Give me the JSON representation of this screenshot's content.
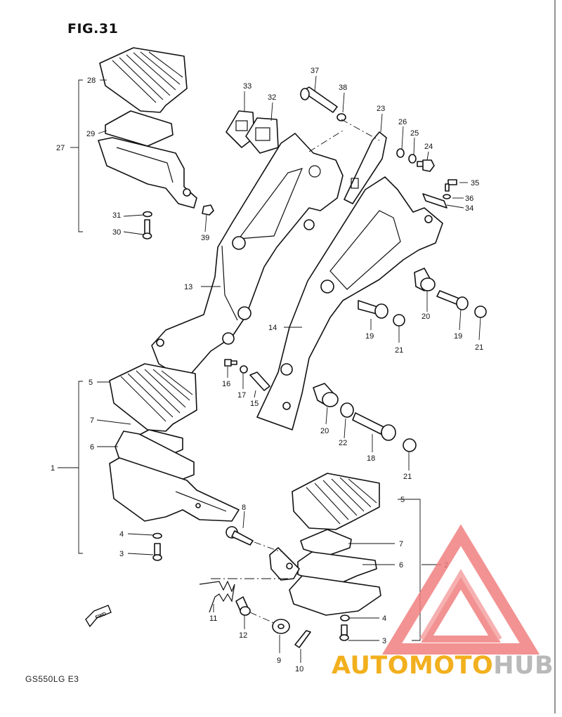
{
  "figure": {
    "title": "FIG.31",
    "model": "GS550LG  E3"
  },
  "watermark": {
    "text_a": "AUTOMOTO",
    "text_b": "HUB",
    "color_a": "#f2b01e",
    "color_b": "#b9b9b9",
    "logo_color": "#f08080"
  },
  "fwd_label": "FWD",
  "callouts": {
    "p1": "1",
    "p2": "2",
    "p3a": "3",
    "p3b": "3",
    "p4a": "4",
    "p4b": "4",
    "p5a": "5",
    "p5b": "5",
    "p6a": "6",
    "p6b": "6",
    "p7a": "7",
    "p7b": "7",
    "p8": "8",
    "p9": "9",
    "p10": "10",
    "p11": "11",
    "p12": "12",
    "p13": "13",
    "p14": "14",
    "p15": "15",
    "p16": "16",
    "p17": "17",
    "p18": "18",
    "p19a": "19",
    "p19b": "19",
    "p20a": "20",
    "p20b": "20",
    "p21a": "21",
    "p21b": "21",
    "p21c": "21",
    "p22": "22",
    "p23": "23",
    "p24": "24",
    "p25": "25",
    "p26": "26",
    "p27": "27",
    "p28": "28",
    "p29": "29",
    "p30": "30",
    "p31": "31",
    "p32": "32",
    "p33": "33",
    "p34": "34",
    "p35": "35",
    "p36": "36",
    "p37": "37",
    "p38": "38",
    "p39": "39"
  }
}
